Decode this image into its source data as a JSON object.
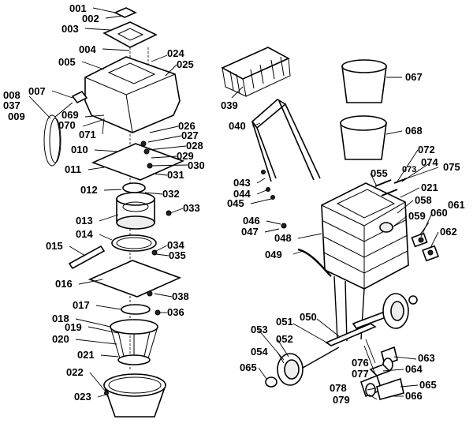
{
  "diagram": {
    "callouts": [
      "001",
      "002",
      "003",
      "004",
      "005",
      "007",
      "008",
      "037",
      "009",
      "069",
      "070",
      "071",
      "024",
      "025",
      "026",
      "027",
      "028",
      "029",
      "030",
      "010",
      "011",
      "031",
      "012",
      "032",
      "013",
      "033",
      "014",
      "034",
      "035",
      "015",
      "016",
      "038",
      "036",
      "017",
      "018",
      "019",
      "020",
      "021",
      "022",
      "023",
      "039",
      "040",
      "043",
      "044",
      "045",
      "046",
      "047",
      "048",
      "049",
      "055",
      "073",
      "072",
      "074",
      "075",
      "021",
      "058",
      "059",
      "061",
      "060",
      "062",
      "067",
      "068",
      "053",
      "051",
      "050",
      "052",
      "054",
      "065",
      "076",
      "077",
      "064",
      "063",
      "078",
      "079",
      "065",
      "066"
    ]
  }
}
